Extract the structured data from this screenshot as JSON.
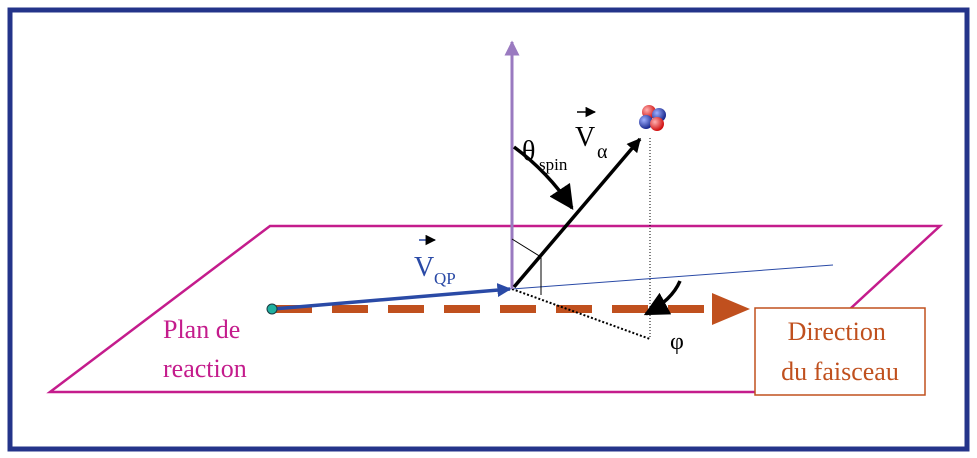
{
  "labels": {
    "plan_line1": "Plan de",
    "plan_line2": "reaction",
    "direction_line1": "Direction",
    "direction_line2": "du faisceau",
    "v_qp_main": "V",
    "v_qp_sub": "QP",
    "v_alpha_main": "V",
    "v_alpha_sub": "α",
    "theta_main": "θ",
    "theta_sub": "spin",
    "phi": "φ"
  },
  "colors": {
    "frame": "#24348a",
    "plane": "#c41c8c",
    "beam": "#c0501e",
    "normal": "#9a7ac0",
    "v_qp": "#2a4aa6",
    "black": "#000000",
    "proton": "#e02020",
    "neutron": "#2a3aa0"
  }
}
